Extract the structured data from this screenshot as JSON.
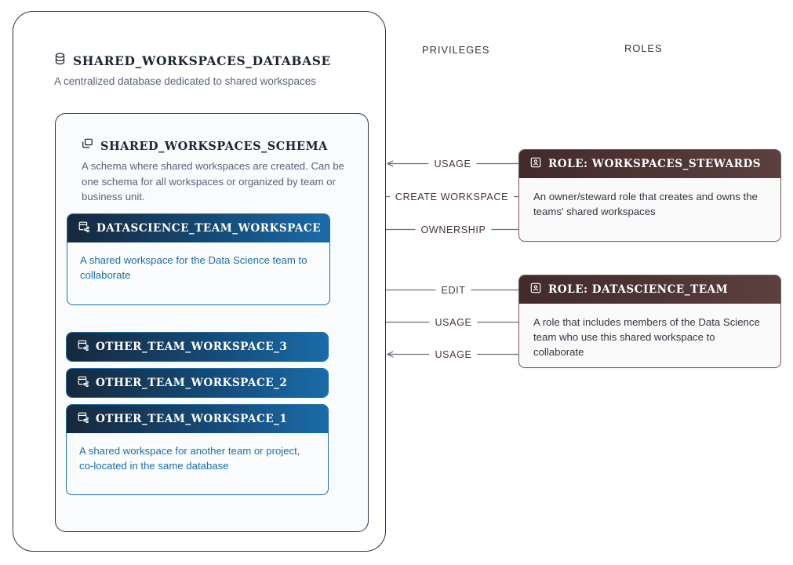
{
  "columns": {
    "privileges": "PRIVILEGES",
    "roles": "ROLES"
  },
  "database": {
    "icon": "database-cylinder-icon",
    "name": "SHARED_WORKSPACES_DATABASE",
    "description": "A centralized database dedicated to shared workspaces"
  },
  "schema": {
    "icon": "schema-stacked-squares-icon",
    "name": "SHARED_WORKSPACES_SCHEMA",
    "description": "A schema where shared workspaces are created. Can be one schema for all workspaces or organized by team or business unit."
  },
  "workspaces": [
    {
      "id": "datascience",
      "icon": "workspace-share-icon",
      "name": "DATASCIENCE_TEAM_WORKSPACE",
      "description": "A shared workspace for the Data Science team to collaborate"
    },
    {
      "id": "other3",
      "icon": "workspace-share-icon",
      "name": "OTHER_TEAM_WORKSPACE_3",
      "description": ""
    },
    {
      "id": "other2",
      "icon": "workspace-share-icon",
      "name": "OTHER_TEAM_WORKSPACE_2",
      "description": ""
    },
    {
      "id": "other1",
      "icon": "workspace-share-icon",
      "name": "OTHER_TEAM_WORKSPACE_1",
      "description": "A shared workspace for another team or project, co-located in the same database"
    }
  ],
  "roles": [
    {
      "id": "stewards",
      "icon": "role-badge-icon",
      "name": "ROLE:  WORKSPACES_STEWARDS",
      "description": "An owner/steward role that creates and owns the teams' shared workspaces"
    },
    {
      "id": "datascience",
      "icon": "role-badge-icon",
      "name": "ROLE:  DATASCIENCE_TEAM",
      "description": "A role that includes members of the Data Science team who use this shared workspace to collaborate"
    }
  ],
  "privileges": [
    {
      "id": "usage-schema-stewards",
      "label": "USAGE",
      "from": "stewards",
      "to": "schema"
    },
    {
      "id": "create-workspace",
      "label": "CREATE WORKSPACE",
      "from": "stewards",
      "to": "schema"
    },
    {
      "id": "ownership",
      "label": "OWNERSHIP",
      "from": "stewards",
      "to": "datascience-workspace"
    },
    {
      "id": "edit",
      "label": "EDIT",
      "from": "datascience-role",
      "to": "datascience-workspace"
    },
    {
      "id": "usage-schema-ds",
      "label": "USAGE",
      "from": "datascience-role",
      "to": "schema"
    },
    {
      "id": "usage-db-ds",
      "label": "USAGE",
      "from": "datascience-role",
      "to": "database"
    }
  ],
  "colors": {
    "background": "#ffffff",
    "outline": "#2b3445",
    "workspace_header_start": "#16283c",
    "workspace_header_end": "#1b6ba8",
    "workspace_text": "#1a6eaa",
    "role_header_start": "#432a2a",
    "role_header_end": "#5c4040",
    "connector": "#6b7280",
    "muted_text": "#5a6478"
  }
}
